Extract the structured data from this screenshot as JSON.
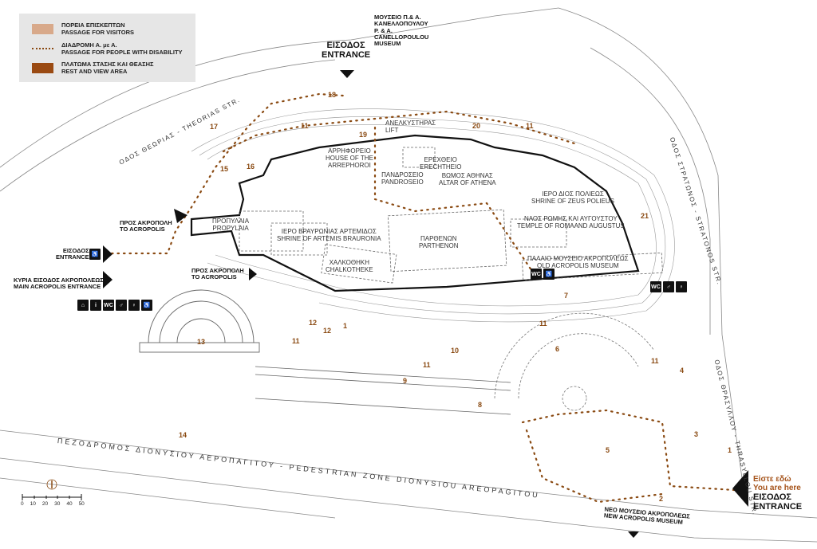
{
  "legend": {
    "items": [
      {
        "gr": "ΠΟΡΕΙΑ ΕΠΙΣΚΕΠΤΩΝ",
        "en": "PASSAGE FOR VISITORS",
        "color": "#d8a98a",
        "kind": "swatch"
      },
      {
        "gr": "ΔΙΑΔΡΟΜΗ Α. με Α.",
        "en": "PASSAGE FOR PEOPLE WITH DISABILITY",
        "color": "#8a4a12",
        "kind": "dotted"
      },
      {
        "gr": "ΠΛΑΤΩΜΑ ΣΤΑΣΗΣ ΚΑΙ ΘΕΑΣΗΣ",
        "en": "REST AND VIEW AREA",
        "color": "#9a4a12",
        "kind": "swatch"
      }
    ]
  },
  "entrances": {
    "north": {
      "gr": "ΕΙΣΟΔΟΣ",
      "en": "ENTRANCE"
    },
    "west": {
      "gr": "ΕΙΣΟΔΟΣ",
      "en": "ENTRANCE"
    },
    "main": {
      "gr": "ΚΥΡΙΑ ΕΙΣΟΔΟΣ ΑΚΡΟΠΟΛΕΩΣ",
      "en": "MAIN ACROPOLIS ENTRANCE"
    },
    "southeast": {
      "here_gr": "Είστε εδώ",
      "here_en": "You are here",
      "gr": "ΕΙΣΟΔΟΣ",
      "en": "ENTRANCE"
    }
  },
  "to_acropolis": [
    {
      "gr": "ΠΡΟΣ ΑΚΡΟΠΟΛΗ",
      "en": "TO ACROPOLIS"
    },
    {
      "gr": "ΠΡΟΣ ΑΚΡΟΠΟΛΗ",
      "en": "TO ACROPOLIS"
    }
  ],
  "museums": {
    "canellopoulou": {
      "line1": "ΜΟΥΣΕΙΟ Π.& Α.",
      "line2": "ΚΑΝΕΛΛΟΠΟΥΛΟΥ",
      "line3": "P. & A.",
      "line4": "CANELLOPOULOU",
      "line5": "MUSEUM"
    },
    "new_acropolis": {
      "gr": "ΝΕΟ ΜΟΥΣΕΙΟ ΑΚΡΟΠΟΛΕΩΣ",
      "en": "NEW ACROPOLIS MUSEUM"
    }
  },
  "sites": {
    "lift": {
      "gr": "ΑΝΕΛΚΥΣΤΗΡΑΣ",
      "en": "LIFT"
    },
    "arrephoroi": {
      "gr": "ΑΡΡΗΦΟΡΕΙΟ",
      "en1": "HOUSE OF THE",
      "en2": "ARREPHOROI"
    },
    "erechtheio": {
      "gr": "ΕΡΕΧΘΕΙΟ",
      "en": "ERECHTHEIO"
    },
    "pandroseio": {
      "gr": "ΠΑΝΔΡΟΣΕΙΟ",
      "en": "PANDROSEIO"
    },
    "altar": {
      "gr": "ΒΩΜΟΣ ΑΘΗΝΑΣ",
      "en": "ALTAR OF ATHENA"
    },
    "zeus": {
      "gr": "ΙΕΡΟ ΔΙΟΣ ΠΟΛΙΕΩΣ",
      "en": "SHRINE OF ZEUS POLIEUS"
    },
    "roma": {
      "gr": "ΝΑΟΣ ΡΩΜΗΣ ΚΑΙ ΑΥΓΟΥΣΤΟΥ",
      "en": "TEMPLE OF ROMAAND AUGUSTUS"
    },
    "propylaia": {
      "gr": "ΠΡΟΠΥΛΑΙΑ",
      "en": "PROPYLAIA"
    },
    "artemis": {
      "gr": "ΙΕΡΟ ΒΡΑΥΡΩΝΙΑΣ ΑΡΤΕΜΙΔΟΣ",
      "en": "SHRINE OF ARTEMIS BRAURONIA"
    },
    "parthenon": {
      "gr": "ΠΑΡΘΕΝΩΝ",
      "en": "PARTHENON"
    },
    "chalkotheke": {
      "gr": "ΧΑΛΚΟΘΗΚΗ",
      "en": "CHALKOTHEKE"
    },
    "old_museum": {
      "gr": "ΠΑΛΑΙΟ ΜΟΥΣΕΙΟ ΑΚΡΟΠΟΛΕΩΣ",
      "en": "OLD ACROPOLIS MUSEUM"
    }
  },
  "streets": {
    "theorias": "ΟΔΟΣ ΘΕΩΡΙΑΣ - THEORIAS STR.",
    "stratonos": "ΟΔΟΣ ΣΤΡΑΤΩΝΟΣ - STRATONOS STR.",
    "thrasyllou": "ΟΔΟΣ ΘΡΑΣΥΛΛΟΥ - THRASYLLOU STR.",
    "dionysiou": "ΠΕΖΟΔΡΟΜΟΣ ΔΙΟΝΥΣΙΟΥ ΑΕΡΟΠΑΓΙΤΟΥ - PEDESTRIAN ZONE DIONYSIOU AREOPAGITOU"
  },
  "numbers": [
    "1",
    "1",
    "2",
    "3",
    "4",
    "5",
    "6",
    "7",
    "8",
    "9",
    "10",
    "11",
    "11",
    "11",
    "11",
    "11",
    "11",
    "12",
    "12",
    "13",
    "14",
    "15",
    "16",
    "17",
    "18",
    "19",
    "20",
    "21"
  ],
  "amenities": {
    "wc": "WC"
  },
  "scale": {
    "ticks": [
      "0",
      "10",
      "20",
      "30",
      "40",
      "50"
    ]
  }
}
